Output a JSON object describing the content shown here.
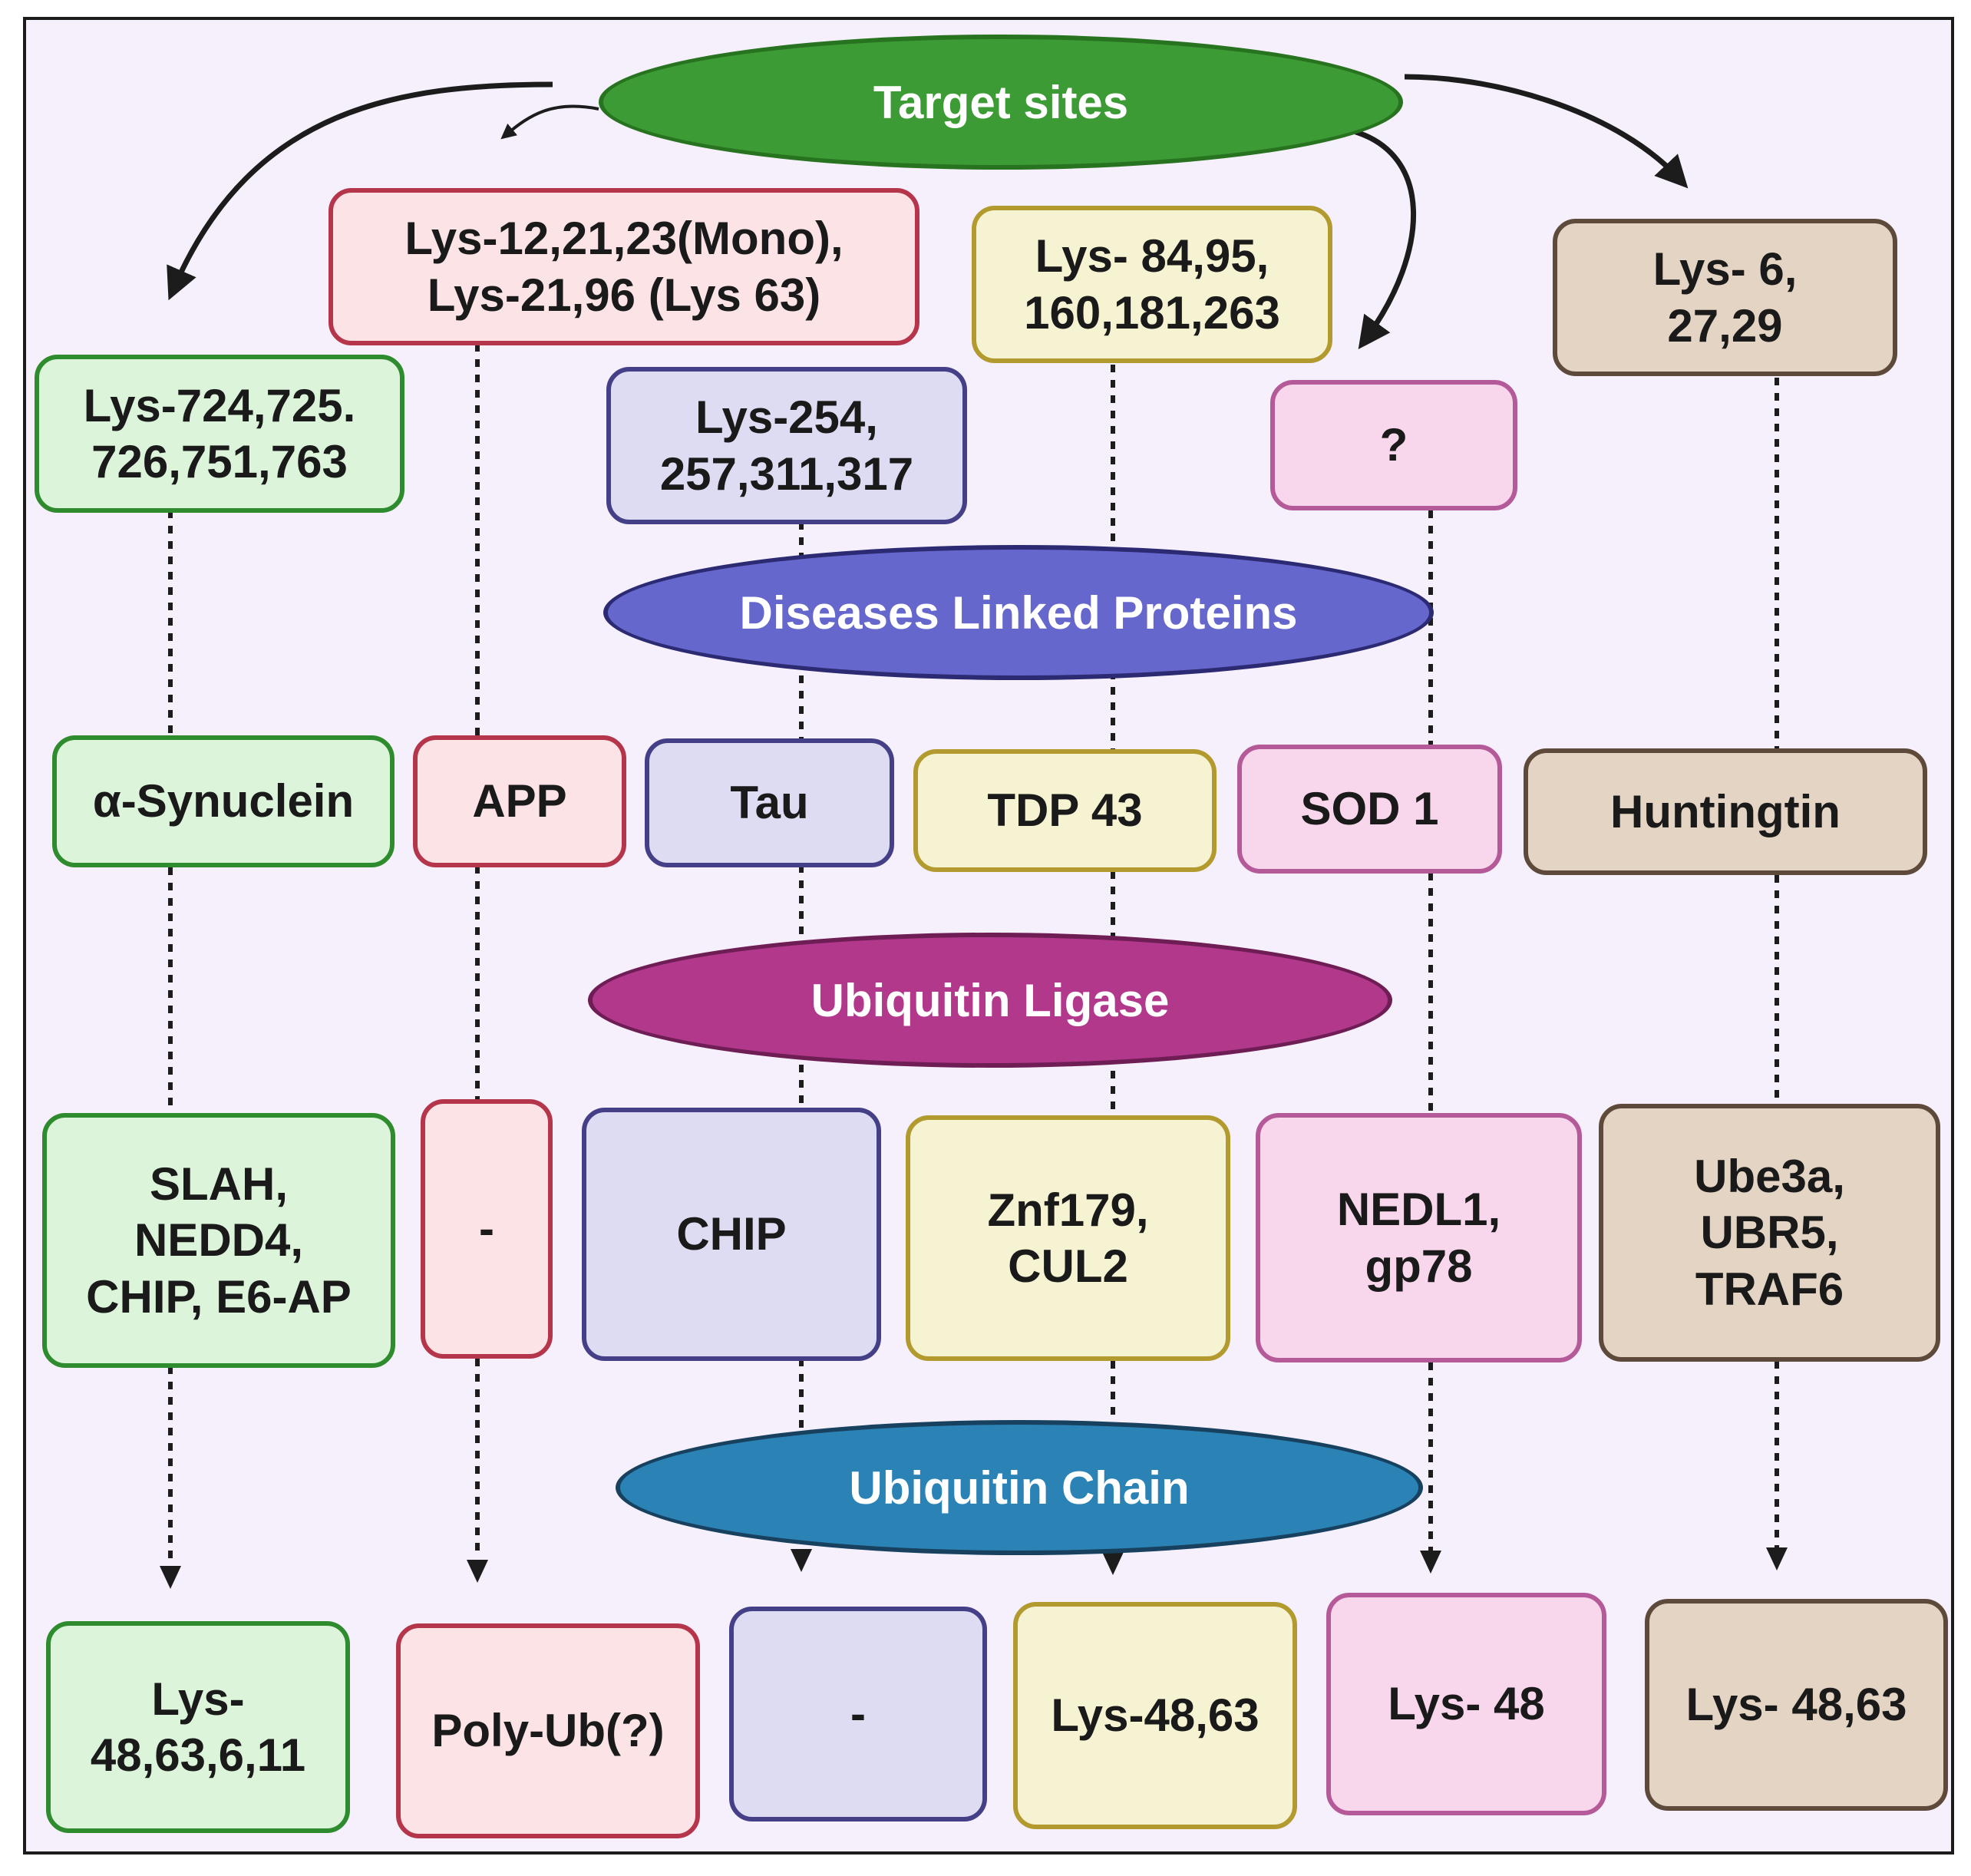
{
  "colors": {
    "green_fill": "#dcf4da",
    "green_border": "#2e8b2e",
    "red_fill": "#fbe3e6",
    "red_border": "#b5364a",
    "lavender_fill": "#dedcf3",
    "lavender_border": "#443f86",
    "yellow_fill": "#f6f3d2",
    "yellow_border": "#b39a2e",
    "pink_fill": "#f8d6ec",
    "pink_border": "#b55a98",
    "brown_fill": "#e4d4c3",
    "brown_border": "#5e4a3a",
    "target_sites": "#3c9b35",
    "diseases_linked_proteins": "#6667cc",
    "ubiquitin_ligase": "#b2388c",
    "ubiquitin_chain": "#2b83b5",
    "background": "#f6f0fc"
  },
  "headers": {
    "target_sites": "Target sites",
    "diseases_linked_proteins": "Diseases Linked Proteins",
    "ubiquitin_ligase": "Ubiquitin Ligase",
    "ubiquitin_chain": "Ubiquitin Chain"
  },
  "columns": [
    {
      "key": "green",
      "target_sites": "Lys-724,725.\n726,751,763",
      "protein": "α-Synuclein",
      "ligase": "SLAH,\nNEDD4,\nCHIP, E6-AP",
      "chain": "Lys-\n48,63,6,11"
    },
    {
      "key": "red",
      "target_sites": "Lys-12,21,23(Mono),\nLys-21,96 (Lys 63)",
      "protein": "APP",
      "ligase": "-",
      "chain": "Poly-Ub(?)"
    },
    {
      "key": "lavender",
      "target_sites": "Lys-254,\n257,311,317",
      "protein": "Tau",
      "ligase": "CHIP",
      "chain": "-"
    },
    {
      "key": "yellow",
      "target_sites": "Lys- 84,95,\n160,181,263",
      "protein": "TDP 43",
      "ligase": "Znf179,\nCUL2",
      "chain": "Lys-48,63"
    },
    {
      "key": "pink",
      "target_sites": "?",
      "protein": "SOD 1",
      "ligase": "NEDL1,\ngp78",
      "chain": "Lys- 48"
    },
    {
      "key": "brown",
      "target_sites": "Lys- 6,\n27,29",
      "protein": "Huntingtin",
      "ligase": "Ube3a,\nUBR5,\nTRAF6",
      "chain": "Lys- 48,63"
    }
  ]
}
